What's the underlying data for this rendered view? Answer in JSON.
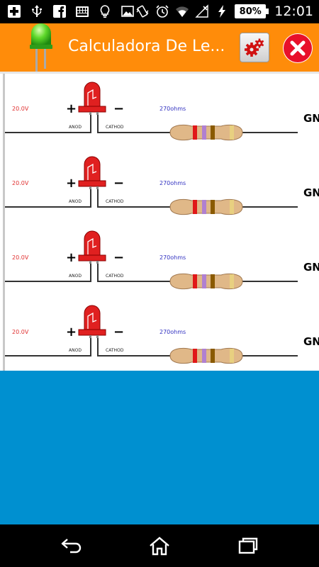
{
  "status_bar": {
    "battery": "80%",
    "time": "12:01",
    "left_icons": [
      "plus-box-icon",
      "usb-icon",
      "facebook-icon",
      "keyboard-icon",
      "lightbulb-icon",
      "image-icon"
    ],
    "right_icons": [
      "vibrate-icon",
      "alarm-icon",
      "wifi-icon",
      "no-signal-icon",
      "charging-icon"
    ]
  },
  "app_bar": {
    "title": "Calculadora De Le...",
    "logo_icon": "led-icon",
    "settings_icon": "gears-icon",
    "close_icon": "close-icon",
    "color": "#ff8c0a"
  },
  "circuit": {
    "rows": [
      {
        "voltage": "20.0V",
        "plus": "+",
        "minus": "−",
        "anode": "ANOD",
        "cathode": "CATHOD",
        "resistance": "270ohms",
        "ground": "GN"
      },
      {
        "voltage": "20.0V",
        "plus": "+",
        "minus": "−",
        "anode": "ANOD",
        "cathode": "CATHOD",
        "resistance": "270ohms",
        "ground": "GN"
      },
      {
        "voltage": "20.0V",
        "plus": "+",
        "minus": "−",
        "anode": "ANOD",
        "cathode": "CATHOD",
        "resistance": "270ohms",
        "ground": "GN"
      },
      {
        "voltage": "20.0V",
        "plus": "+",
        "minus": "−",
        "anode": "ANOD",
        "cathode": "CATHOD",
        "resistance": "270ohms",
        "ground": "GN"
      }
    ],
    "band_colors": [
      "#e01818",
      "#b080d0",
      "#8a5a00",
      "#e8d080"
    ],
    "led_color": "#e02020"
  },
  "background_color": "#0090d0",
  "nav_bar": {
    "icons": [
      "back-icon",
      "home-icon",
      "recent-apps-icon"
    ]
  }
}
